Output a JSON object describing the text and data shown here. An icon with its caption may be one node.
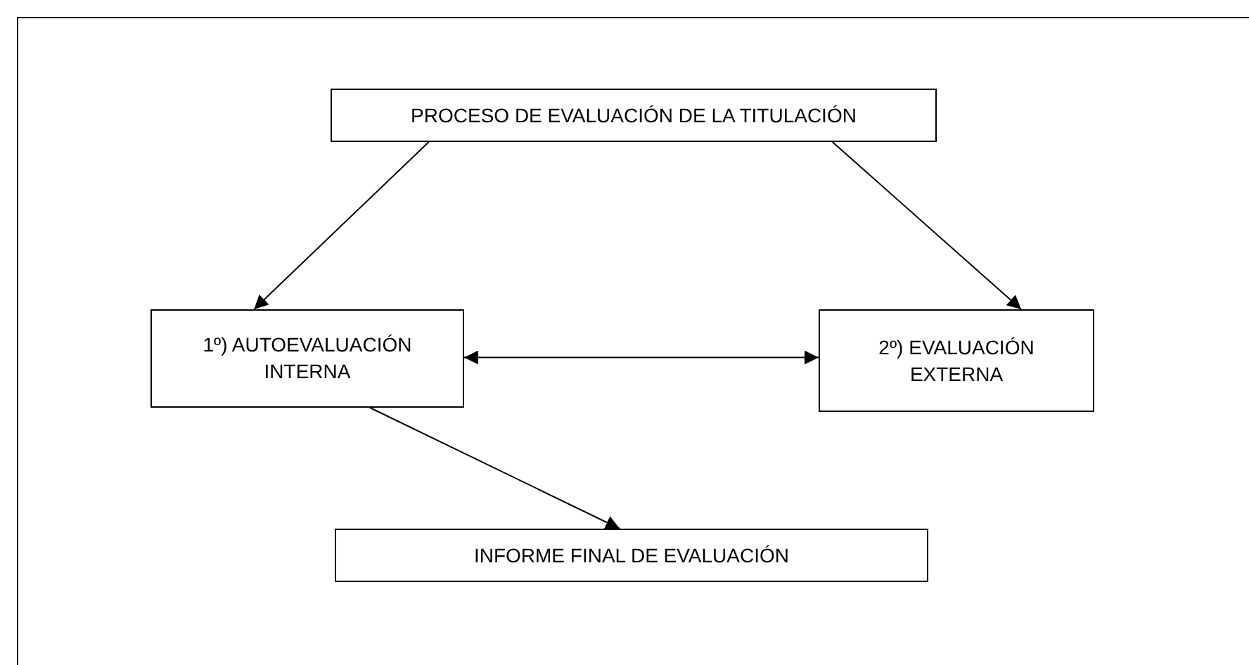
{
  "diagram": {
    "nodes": [
      {
        "text": [
          "PROCESO DE EVALUACIÓN DE LA TITULACIÓN"
        ]
      },
      {
        "text": [
          "1º) AUTOEVALUACIÓN INTERNA"
        ]
      },
      {
        "text": [
          "2º) EVALUACIÓN EXTERNA"
        ]
      },
      {
        "text": [
          "INFORME FINAL DE EVALUACIÓN"
        ]
      }
    ],
    "edges": [
      {
        "from": 0,
        "to": 1,
        "arrow": "to"
      },
      {
        "from": 0,
        "to": 2,
        "arrow": "to"
      },
      {
        "from": 1,
        "to": 2,
        "arrow": "both"
      },
      {
        "from": 1,
        "to": 3,
        "arrow": "to"
      }
    ]
  }
}
